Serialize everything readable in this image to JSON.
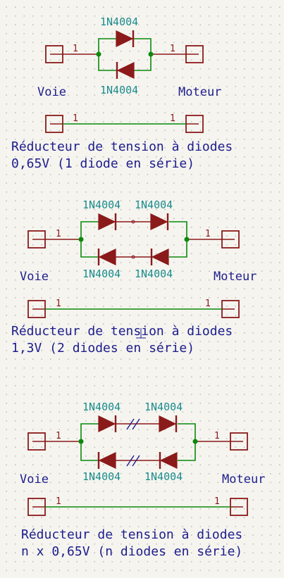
{
  "sections": [
    {
      "pin_left": "1",
      "pin_right": "1",
      "diode_top": "1N4004",
      "diode_bottom": "1N4004",
      "label_left": "Voie",
      "label_right": "Moteur",
      "bypass_pin_left": "1",
      "bypass_pin_right": "1",
      "desc_line1": "Réducteur de tension à diodes",
      "desc_line2": "0,65V (1 diode en série)"
    },
    {
      "pin_left": "1",
      "pin_right": "1",
      "diode_top_1": "1N4004",
      "diode_top_2": "1N4004",
      "diode_bottom_1": "1N4004",
      "diode_bottom_2": "1N4004",
      "label_left": "Voie",
      "label_right": "Moteur",
      "bypass_pin_left": "1",
      "bypass_pin_right": "1",
      "desc_line1": "Réducteur de tension à diodes",
      "desc_line2": "1,3V (2 diodes en série)"
    },
    {
      "pin_left": "1",
      "pin_right": "1",
      "diode_top_1": "1N4004",
      "diode_top_2": "1N4004",
      "diode_bottom_1": "1N4004",
      "diode_bottom_2": "1N4004",
      "label_left": "Voie",
      "label_right": "Moteur",
      "bypass_pin_left": "1",
      "bypass_pin_right": "1",
      "desc_line1": "Réducteur de tension à diodes",
      "desc_line2": "n x 0,65V (n diodes en série)"
    }
  ],
  "colors": {
    "wire": "#0a8a0a",
    "component": "#8b1a1a",
    "part_ref": "#1a8c8c",
    "label": "#1d1d8c",
    "background": "#f5f4ef"
  }
}
